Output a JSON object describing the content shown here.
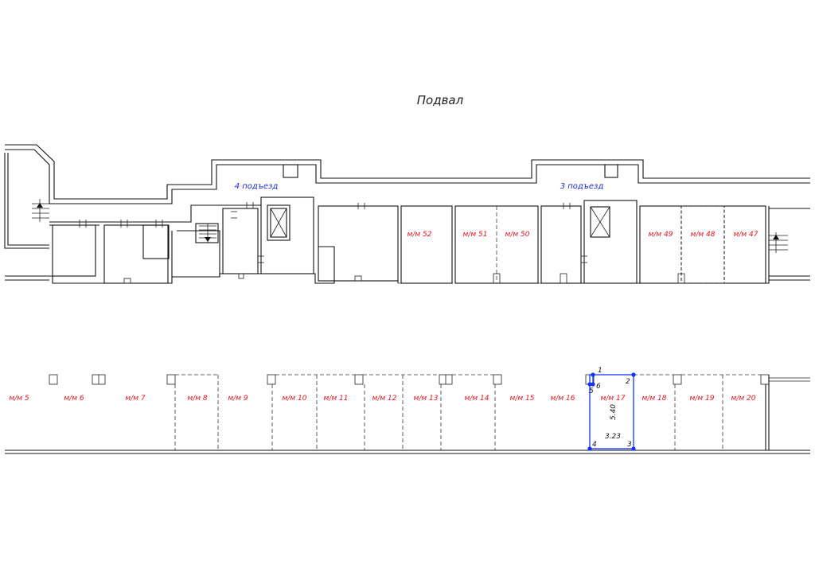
{
  "title": "Подвал",
  "entrances": [
    "4 подъезд",
    "3 подъезд"
  ],
  "colors": {
    "parking_label": "#e0141e",
    "entrance_label": "#1a2bd6",
    "highlight": "#1433ff",
    "walls": "#111111"
  },
  "upper_spaces": [
    "м/м 52",
    "м/м 51",
    "м/м 50",
    "м/м 49",
    "м/м 48",
    "м/м 47"
  ],
  "lower_spaces": [
    "м/м 5",
    "м/м 6",
    "м/м 7",
    "м/м 8",
    "м/м 9",
    "м/м 10",
    "м/м 11",
    "м/м 12",
    "м/м 13",
    "м/м 14",
    "м/м 15",
    "м/м 16",
    "м/м 17",
    "м/м 18",
    "м/м 19",
    "м/м 20"
  ],
  "highlighted_space": {
    "label": "м/м 17",
    "width": "3.23",
    "length": "5.40",
    "points": [
      "1",
      "2",
      "3",
      "4",
      "5",
      "6"
    ]
  }
}
